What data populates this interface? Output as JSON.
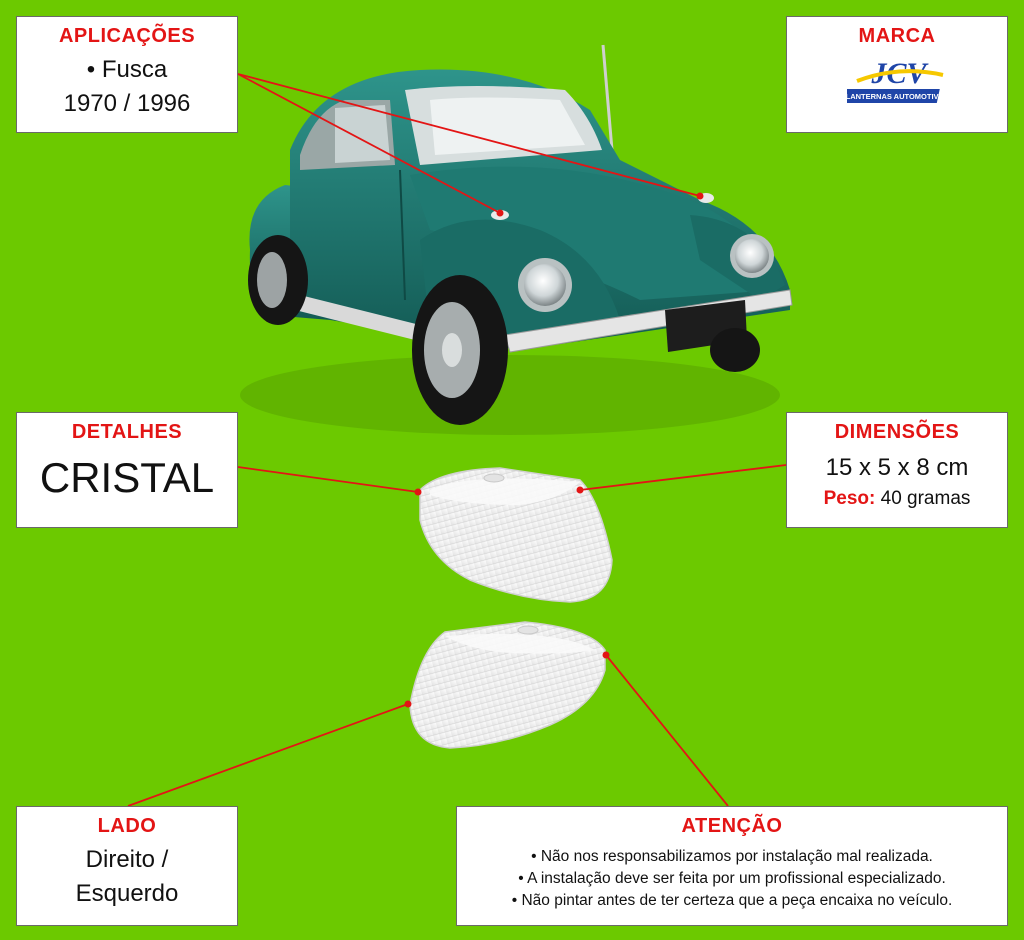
{
  "colors": {
    "background": "#6cc900",
    "title_red": "#e31515",
    "card_bg": "#ffffff",
    "car_teal": "#1f7a72",
    "logo_blue": "#1f45a8",
    "logo_yellow": "#f6c800"
  },
  "aplicacoes": {
    "title": "APLICAÇÕES",
    "line1": "• Fusca",
    "line2": "1970 / 1996"
  },
  "marca": {
    "title": "MARCA",
    "logo_main": "JCV",
    "logo_sub": "LANTERNAS AUTOMOTIVAS"
  },
  "detalhes": {
    "title": "DETALHES",
    "value": "CRISTAL"
  },
  "dimensoes": {
    "title": "DIMENSÕES",
    "value": "15 x 5 x 8 cm",
    "weight_label": "Peso:",
    "weight_value": "40 gramas"
  },
  "lado": {
    "title": "LADO",
    "line1": "Direito /",
    "line2": "Esquerdo"
  },
  "atencao": {
    "title": "ATENÇÃO",
    "notes": [
      "• Não nos responsabilizamos por instalação mal realizada.",
      "• A instalação deve ser feita por um profissional especializado.",
      "• Não pintar antes de ter certeza que a peça encaixa no veículo."
    ]
  },
  "icons": [
    "car-image",
    "lens-image",
    "jcv-logo"
  ]
}
